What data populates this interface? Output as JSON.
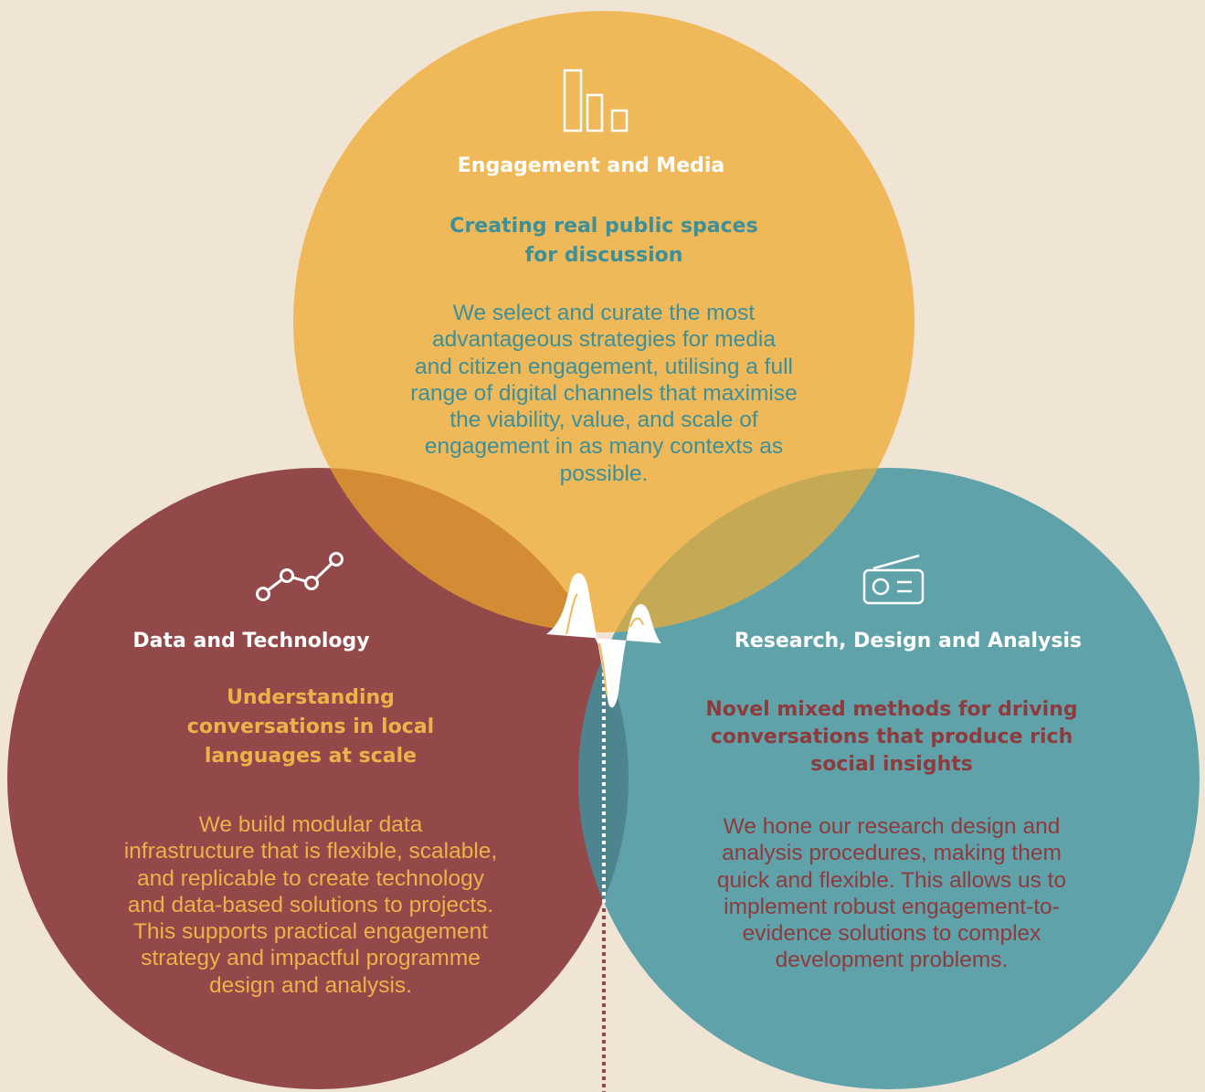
{
  "colors": {
    "background": "#f0e4d4",
    "yellow": "#efb95a",
    "maroon": "#934849",
    "teal": "#5fa2a9",
    "white": "#ffffff"
  },
  "circles": {
    "top": {
      "icon": "bar-chart-icon",
      "title": "Engagement and Media",
      "subtitle": "Creating real public spaces\nfor discussion",
      "body": "We select and curate the most\nadvantageous strategies for media\nand citizen engagement, utilising a full\nrange of digital channels that maximise\nthe viability, value, and scale of\nengagement in as many contexts as\npossible."
    },
    "left": {
      "icon": "line-graph-icon",
      "title": "Data and Technology",
      "subtitle": "Understanding\nconversations in local\nlanguages at scale",
      "body": "We build modular data\ninfrastructure that is flexible, scalable,\nand replicable to create technology\nand data-based solutions to projects.\nThis supports practical engagement\nstrategy and impactful programme\ndesign and analysis."
    },
    "right": {
      "icon": "radio-icon",
      "title": "Research, Design and Analysis",
      "subtitle": "Novel mixed methods for driving\nconversations that produce rich\nsocial insights",
      "body": "We hone our research design and\nanalysis procedures, making them\nquick and flexible. This allows us to\nimplement robust engagement-to-\nevidence solutions to complex\ndevelopment problems."
    }
  },
  "center_icon": "waveform-logo-icon"
}
